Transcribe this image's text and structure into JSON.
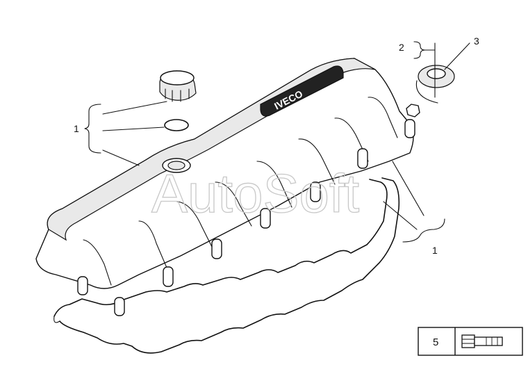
{
  "watermark": "AutoSoft",
  "cover_brand": "IVECO",
  "callouts": [
    {
      "id": "1-left",
      "label": "1"
    },
    {
      "id": "2",
      "label": "2"
    },
    {
      "id": "3",
      "label": "3"
    },
    {
      "id": "1-right",
      "label": "1"
    }
  ],
  "bolt_box": {
    "quantity": "5"
  }
}
